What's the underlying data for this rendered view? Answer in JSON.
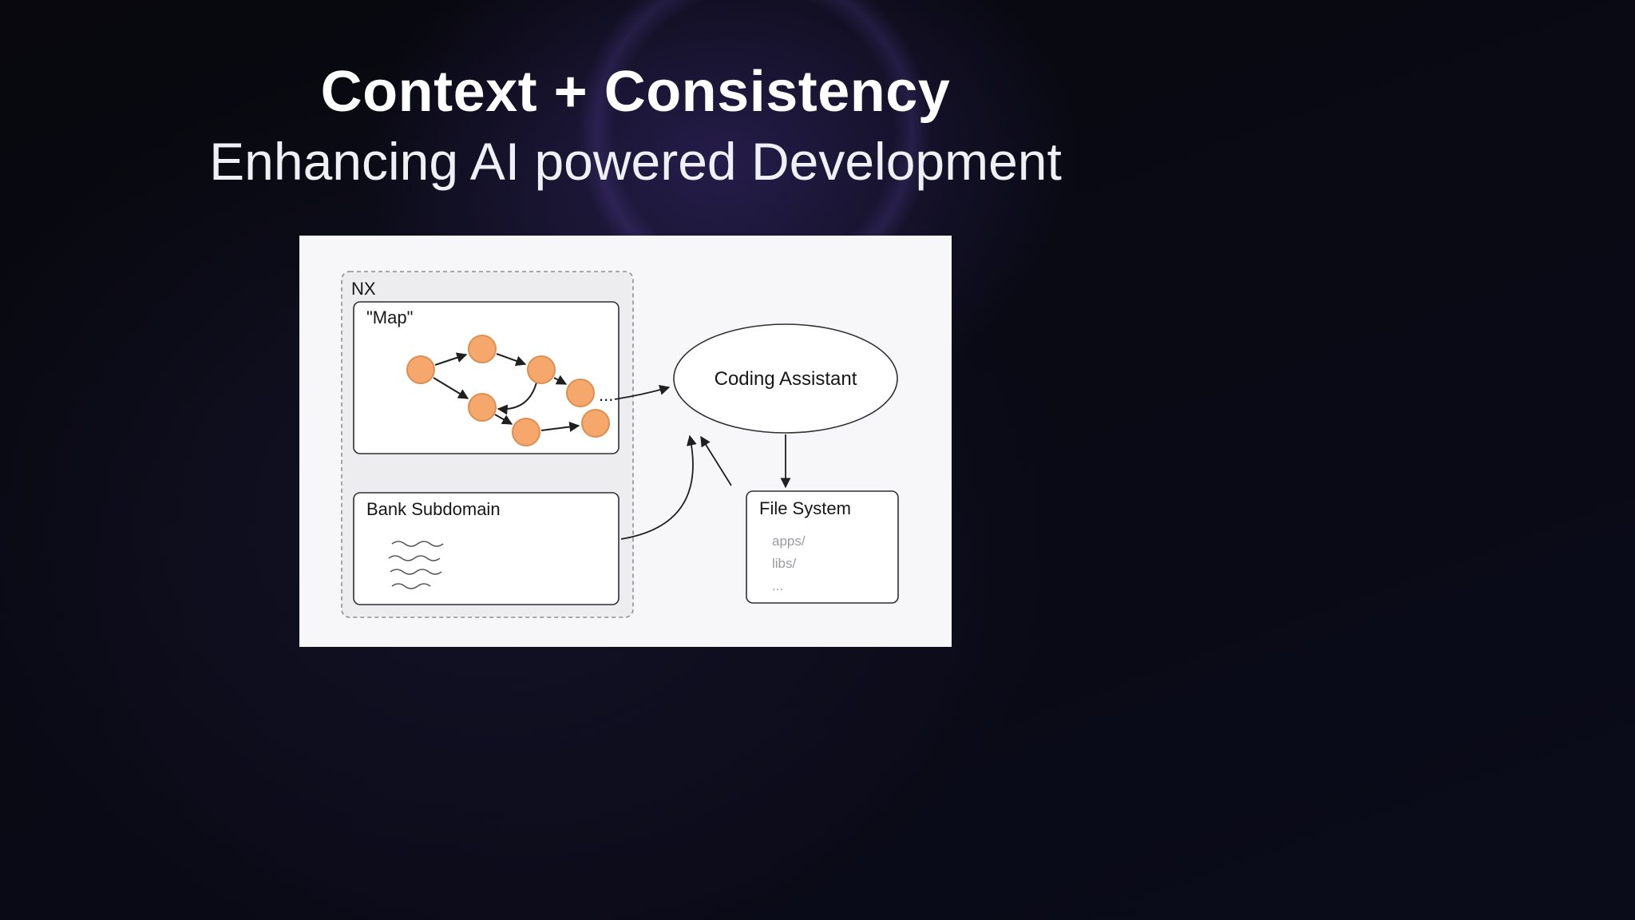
{
  "slide": {
    "title": "Context + Consistency",
    "subtitle": "Enhancing AI powered Development"
  },
  "diagram": {
    "nx": {
      "label": "NX"
    },
    "map": {
      "label": "\"Map\"",
      "more": "..."
    },
    "bank": {
      "label": "Bank Subdomain"
    },
    "assistant": {
      "label": "Coding Assistant"
    },
    "file_system": {
      "label": "File System",
      "entries": [
        "apps/",
        "libs/",
        "..."
      ]
    },
    "colors": {
      "node_fill": "#f5a76c",
      "node_stroke": "#dd8f52",
      "arrow": "#1f1f1f",
      "glow_accent": "#5a48b0"
    }
  }
}
